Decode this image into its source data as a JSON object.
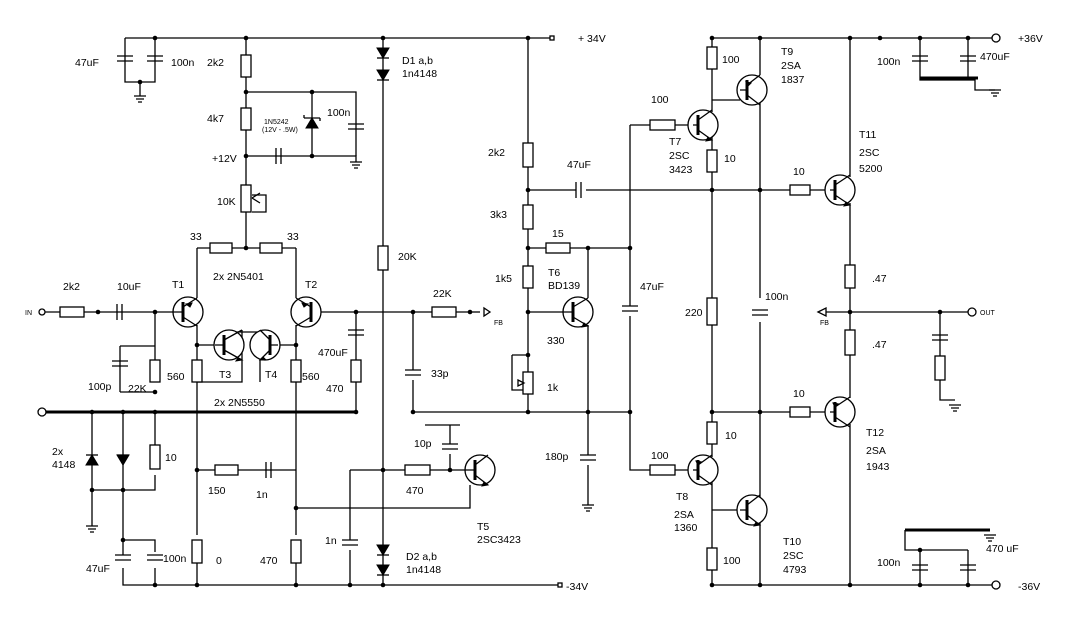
{
  "rails": {
    "pos": "+ 34V",
    "neg": "-34V",
    "pos_out": "+36V",
    "neg_out": "-36V"
  },
  "io": {
    "in": "IN",
    "out": "OUT",
    "fb1": "FB",
    "fb2": "FB"
  },
  "labels": {
    "c47u_top": "47uF",
    "c100n_top": "100n",
    "r2k2_a": "2k2",
    "r4k7": "4k7",
    "z_a": "1N5242",
    "z_b": "(12V - .5W)",
    "c100n_z": "100n",
    "v12": "+12V",
    "r10k": "10K",
    "r33_a": "33",
    "r33_b": "33",
    "pair_pnp": "2x 2N5401",
    "t1": "T1",
    "t2": "T2",
    "t3": "T3",
    "t4": "T4",
    "pair_npn": "2x 2N5550",
    "r2k2_in": "2k2",
    "c10u": "10uF",
    "c100p": "100p",
    "r22k_a": "22K",
    "r560_a": "560",
    "r560_b": "560",
    "c470u": "470uF",
    "r470_a": "470",
    "d2x": "2x",
    "d4148": "4148",
    "r10_a": "10",
    "r150": "150",
    "c1n_a": "1n",
    "c47u_bot": "47uF",
    "c100n_bot": "100n",
    "r0": "0",
    "r470_b": "470",
    "d1_a": "D1 a,b",
    "d1_b": "1n4148",
    "r20k": "20K",
    "r22k_fb": "22K",
    "c33p": "33p",
    "c10p": "10p",
    "r470_c": "470",
    "c1n_b": "1n",
    "t5_a": "T5",
    "t5_b": "2SC3423",
    "d2_a": "D2 a,b",
    "d2_b": "1n4148",
    "r2k2_b": "2k2",
    "r3k3": "3k3",
    "r15": "15",
    "r1k5": "1k5",
    "t6_a": "T6",
    "t6_b": "BD139",
    "r330": "330",
    "r1k": "1k",
    "c180p": "180p",
    "c47u_mid": "47uF",
    "c47u_b": "47uF",
    "r100_a": "100",
    "t7_a": "T7",
    "t7_b": "2SC",
    "t7_c": "3423",
    "r100_b": "100",
    "r10_b": "10",
    "t9_a": "T9",
    "t9_b": "2SA",
    "t9_c": "1837",
    "c100n_c": "100n",
    "c470u_b": "470uF",
    "t11_a": "T11",
    "t11_b": "2SC",
    "t11_c": "5200",
    "r10_c": "10",
    "r220": "220",
    "c100n_d": "100n",
    "r47_a": ".47",
    "r47_b": ".47",
    "r10_d": "10",
    "r10_e": "10",
    "t12_a": "T12",
    "t12_b": "2SA",
    "t12_c": "1943",
    "r100_c": "100",
    "t8_a": "T8",
    "t8_b": "2SA",
    "t8_c": "1360",
    "r100_d": "100",
    "t10_a": "T10",
    "t10_b": "2SC",
    "t10_c": "4793",
    "c100n_e": "100n",
    "c470u_c": "470 uF"
  }
}
